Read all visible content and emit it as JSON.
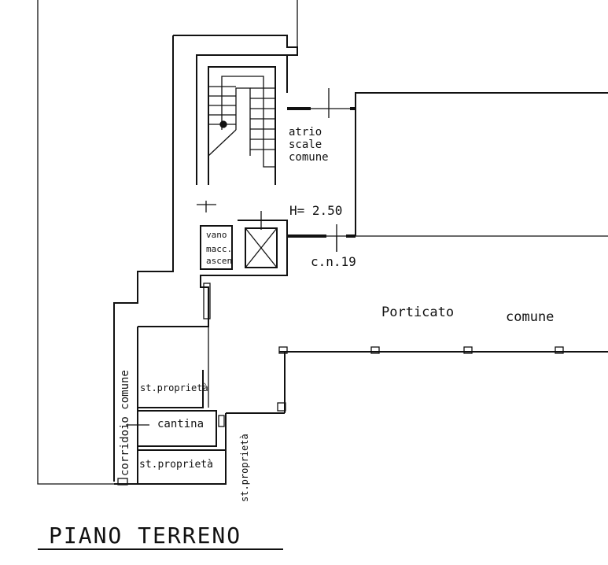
{
  "title": "PIANO TERRENO",
  "labels": {
    "atrio": "atrio",
    "scale": "scale",
    "comune_atrio": "comune",
    "height": "H= 2.50",
    "vano": "vano",
    "macc": "macc.",
    "ascen": "ascen",
    "civic": "c.n.19",
    "porticato": "Porticato",
    "comune_portico": "comune",
    "corridoio": "corridoio   comune",
    "st_proprieta_1": "st.proprietà",
    "cantina": "cantina",
    "st_proprieta_2": "st.proprietà",
    "st_proprieta_3": "st.proprietà"
  },
  "colors": {
    "ink": "#111111",
    "paper": "#ffffff"
  }
}
